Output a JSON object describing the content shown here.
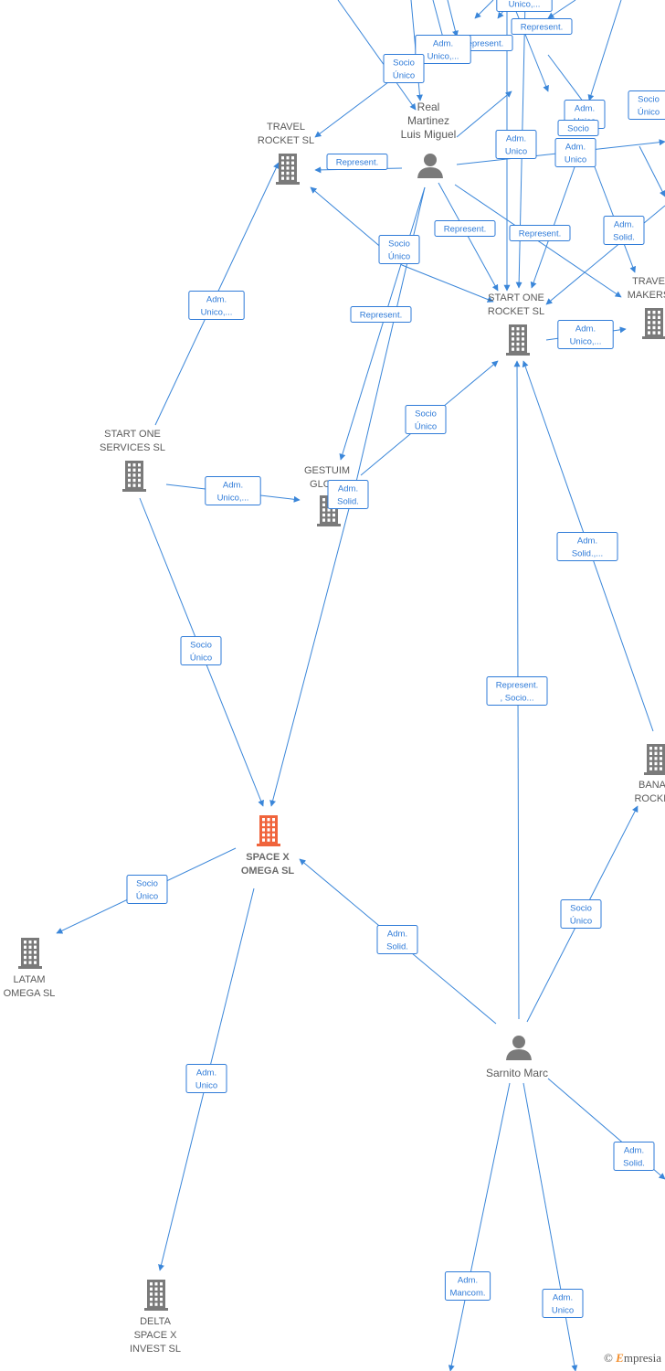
{
  "nodes": [
    {
      "id": "travel_rocket",
      "kind": "company",
      "label": [
        "TRAVEL",
        "ROCKET  SL"
      ]
    },
    {
      "id": "real_martinez",
      "kind": "person",
      "label": [
        "Real",
        "Martinez",
        "Luis Miguel"
      ]
    },
    {
      "id": "start_one_rocket",
      "kind": "company",
      "label": [
        "START ONE",
        "ROCKET  SL"
      ]
    },
    {
      "id": "travel_makers",
      "kind": "company",
      "label": [
        "TRAVE",
        "MAKERS"
      ]
    },
    {
      "id": "start_one_services",
      "kind": "company",
      "label": [
        "START ONE",
        "SERVICES  SL"
      ]
    },
    {
      "id": "gestuim",
      "kind": "company",
      "label": [
        "GESTUIM",
        "GLOBA"
      ]
    },
    {
      "id": "banana_rocket",
      "kind": "company",
      "label": [
        "BANA",
        "ROCKE"
      ]
    },
    {
      "id": "space_x_omega",
      "kind": "company-focus",
      "label": [
        "SPACE X",
        "OMEGA  SL"
      ]
    },
    {
      "id": "latam_omega",
      "kind": "company",
      "label": [
        "LATAM",
        "OMEGA  SL"
      ]
    },
    {
      "id": "sarnito_marc",
      "kind": "person",
      "label": [
        "Sarnito Marc"
      ]
    },
    {
      "id": "delta_space_x",
      "kind": "company",
      "label": [
        "DELTA",
        "SPACE X",
        "INVEST  SL"
      ]
    }
  ],
  "edge_labels": [
    [
      "Unico,..."
    ],
    [
      "Represent."
    ],
    [
      "Adm.",
      "Unico,..."
    ],
    [
      "Represent."
    ],
    [
      "Socio",
      "Único"
    ],
    [
      "Socio",
      "Único"
    ],
    [
      "Adm.",
      "Unico"
    ],
    [
      "Socio"
    ],
    [
      "Adm.",
      "Unico"
    ],
    [
      "Adm.",
      "Unico"
    ],
    [
      "Represent."
    ],
    [
      "Socio",
      "Único"
    ],
    [
      "Represent."
    ],
    [
      "Represent."
    ],
    [
      "Adm.",
      "Solid."
    ],
    [
      "Adm.",
      "Unico,..."
    ],
    [
      "Represent."
    ],
    [
      "Adm.",
      "Unico,..."
    ],
    [
      "Socio",
      "Único"
    ],
    [
      "Adm.",
      "Unico,..."
    ],
    [
      "Adm.",
      "Solid."
    ],
    [
      "Adm.",
      "Solid.,..."
    ],
    [
      "Socio",
      "Único"
    ],
    [
      "Represent.",
      ", Socio..."
    ],
    [
      "Socio",
      "Único"
    ],
    [
      "Adm.",
      "Unico"
    ],
    [
      "Adm.",
      "Solid."
    ],
    [
      "Socio",
      "Único"
    ],
    [
      "Adm.",
      "Solid."
    ],
    [
      "Adm.",
      "Mancom."
    ],
    [
      "Adm.",
      "Unico"
    ]
  ],
  "colors": {
    "edge": "#3a86d9",
    "edge_label": "#2f7bd8",
    "company_icon": "#7a7a7a",
    "focus_icon": "#f0643c",
    "person_icon": "#7a7a7a",
    "label_text": "#5a5a5a"
  },
  "watermark": {
    "symbol": "©",
    "brand_initial": "E",
    "brand_rest": "mpresia"
  }
}
